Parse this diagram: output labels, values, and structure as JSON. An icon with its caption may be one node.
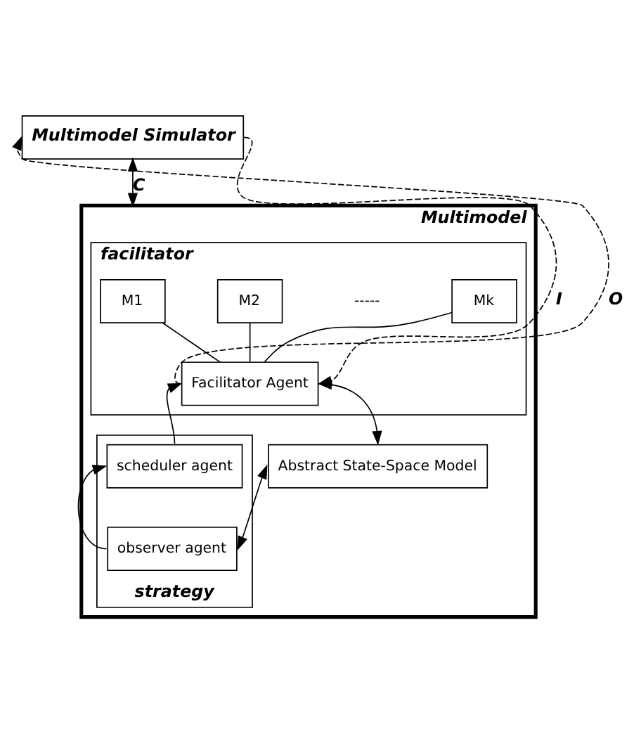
{
  "diagram": {
    "nodes": [
      {
        "text": [
          "Multimodel Simulator"
        ]
      },
      {
        "text": [
          "Multimodel"
        ]
      },
      {
        "text": [
          "facilitator"
        ],
        "in": 1
      },
      {
        "text": [
          "M1"
        ],
        "in": 2
      },
      {
        "text": [
          "M2"
        ],
        "in": 2
      },
      {
        "text": [
          "Mk"
        ],
        "in": 2
      },
      {
        "text": [
          "Facilitator Agent"
        ],
        "in": 2
      },
      {
        "text": [
          "strategy"
        ],
        "in": 1
      },
      {
        "text": [
          "scheduler agent"
        ],
        "in": 7
      },
      {
        "text": [
          "observer agent"
        ],
        "in": 7
      },
      {
        "text": [
          "Abstract State-Space Model"
        ],
        "in": 1
      }
    ],
    "edges": [
      {
        "from": 0,
        "to": 1,
        "arrow": "both",
        "label": "C"
      },
      {
        "from": 3,
        "to": 6,
        "arrow": "none"
      },
      {
        "from": 4,
        "to": 6,
        "arrow": "none"
      },
      {
        "from": 5,
        "to": 6,
        "arrow": "none"
      },
      {
        "from": 6,
        "to": 0,
        "arrow": "to",
        "label": "O",
        "style": "dashed"
      },
      {
        "from": 0,
        "to": 6,
        "arrow": "to",
        "label": "I",
        "style": "dashed"
      },
      {
        "from": 6,
        "to": 10,
        "arrow": "both"
      },
      {
        "from": 8,
        "to": 6,
        "arrow": "to"
      },
      {
        "from": 9,
        "to": 8,
        "arrow": "to"
      },
      {
        "from": 9,
        "to": 10,
        "arrow": "both"
      }
    ],
    "labels": [
      "-----"
    ]
  }
}
